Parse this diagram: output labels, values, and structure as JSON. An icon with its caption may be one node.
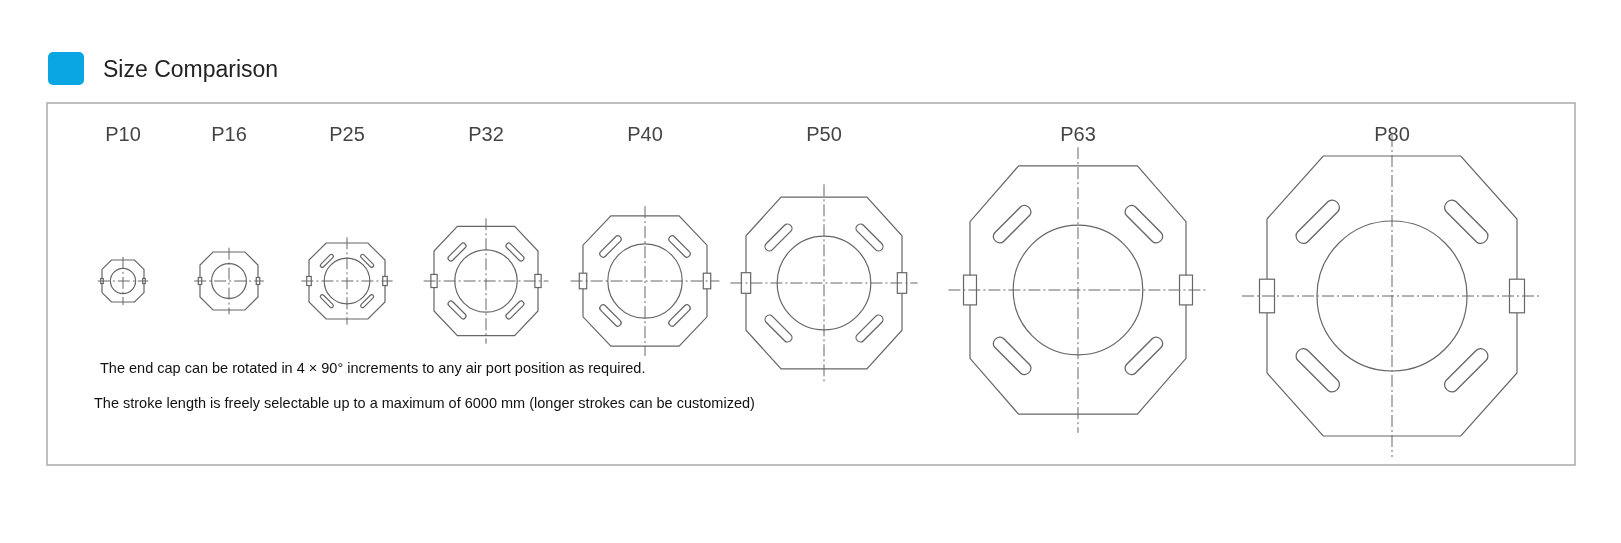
{
  "diagram": {
    "title": "Size Comparison",
    "labels": [
      "P10",
      "P16",
      "P25",
      "P32",
      "P40",
      "P50",
      "P63",
      "P80",
      "The end cap can be rotated in 4 × 90° increments to any air port position as required.",
      "The stroke length is freely selectable up to a maximum of 6000 mm (longer strokes can be customized)"
    ]
  }
}
